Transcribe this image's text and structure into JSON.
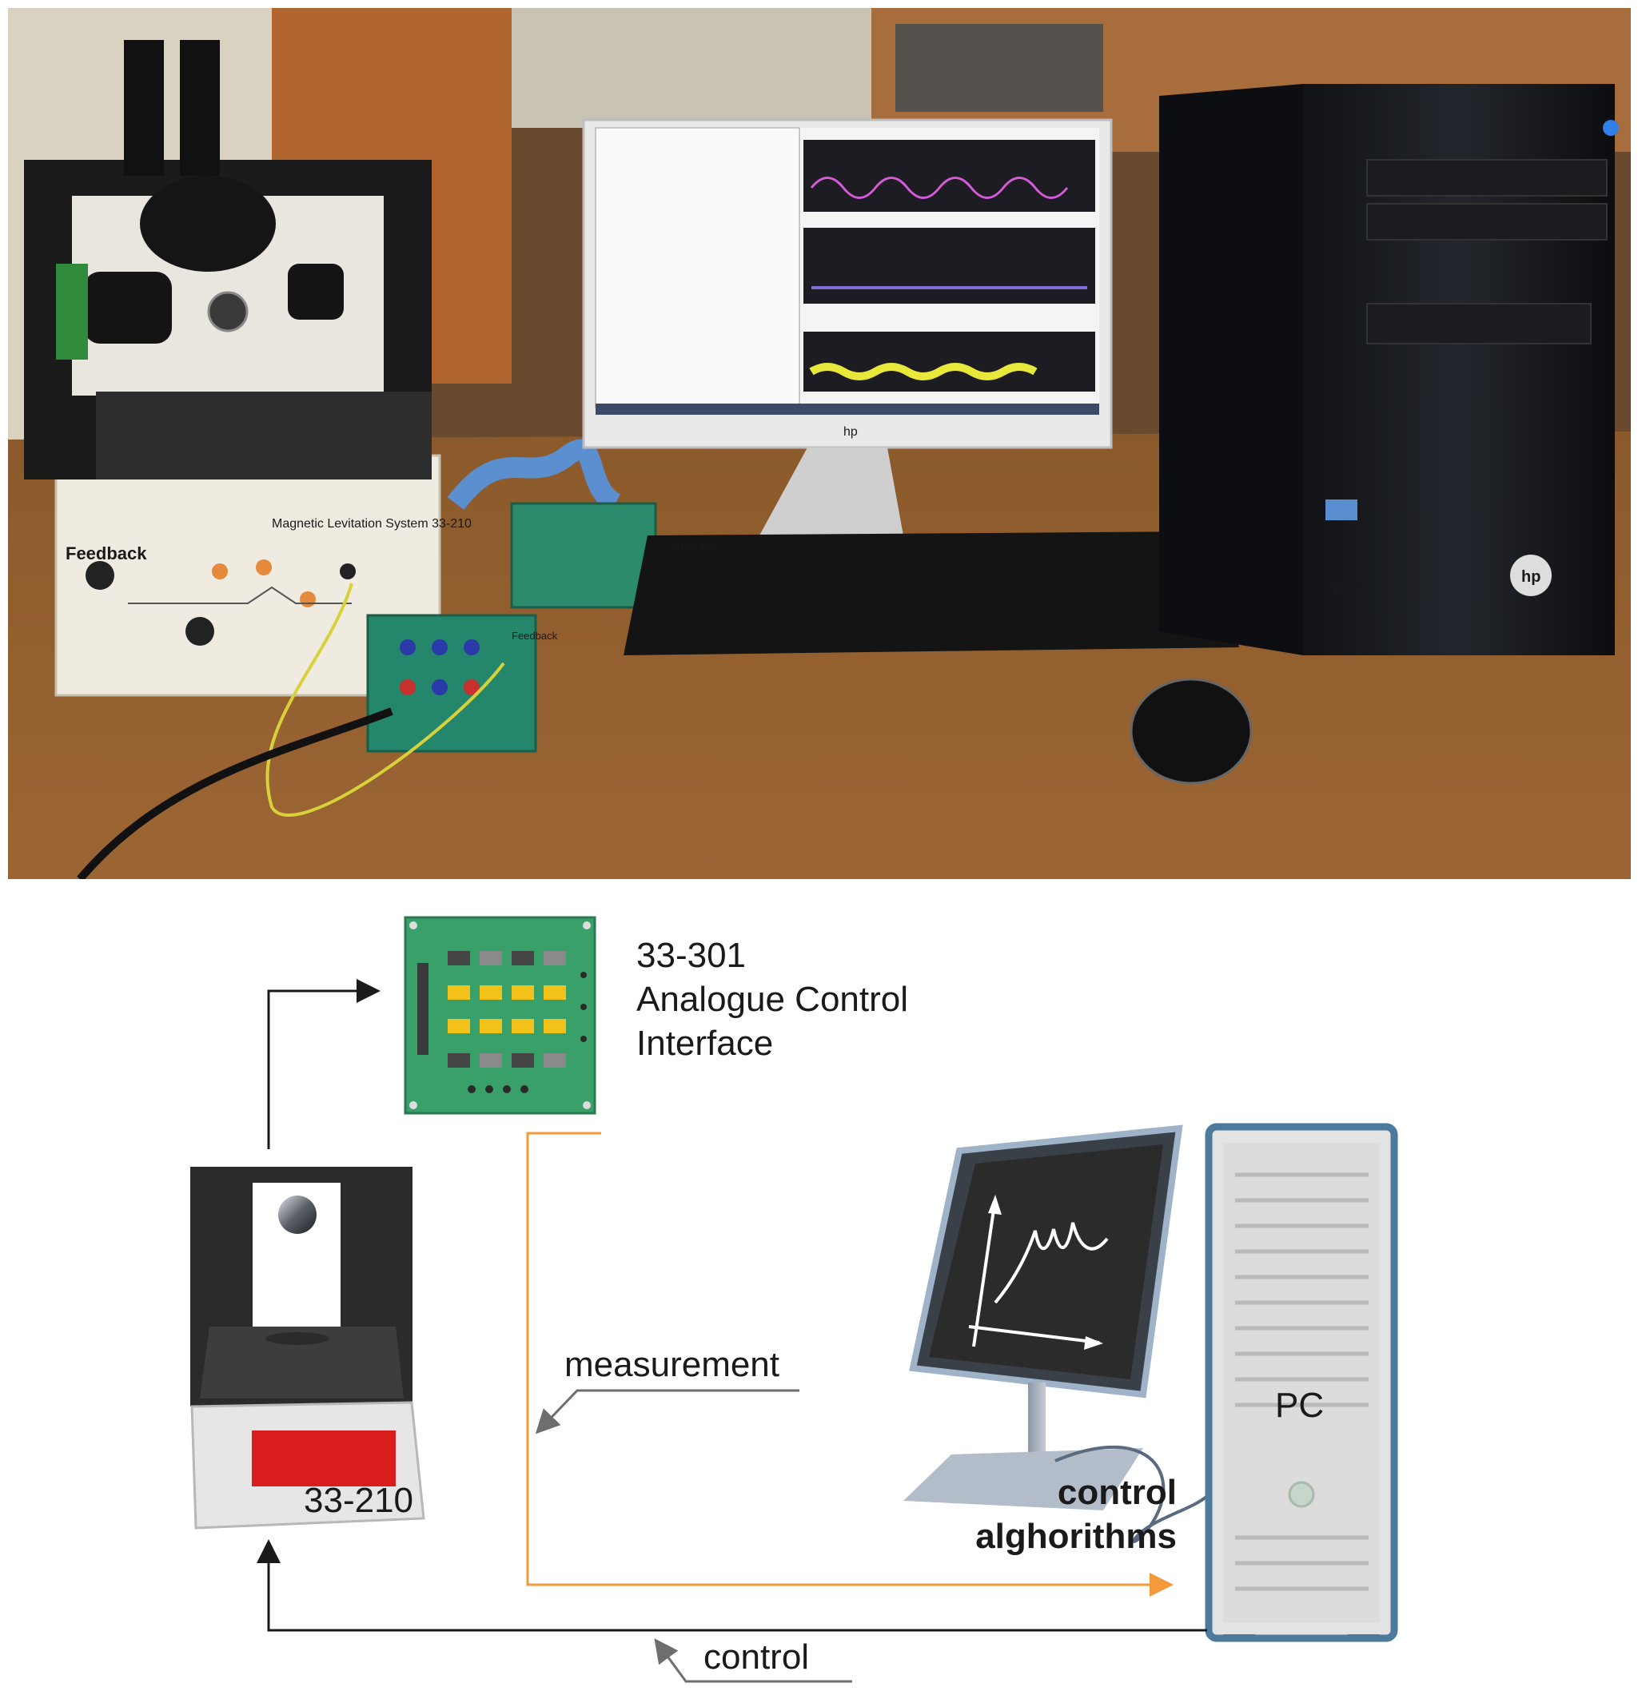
{
  "photo": {
    "lev_panel_brand": "Feedback",
    "lev_panel_title": "Magnetic Levitation System 33-210",
    "interface_brand": "Feedback",
    "keyboard_brand": "SAMSUNG",
    "monitor_brand": "hp",
    "tower_badge": "hp pro",
    "tower_logo": "hp"
  },
  "diagram": {
    "interface_label_line1": "33-301",
    "interface_label_line2": "Analogue Control",
    "interface_label_line3": "Interface",
    "levitation_label": "33-210",
    "pc_label": "PC",
    "algorithms_label_line1": "control",
    "algorithms_label_line2": "alghorithms",
    "measurement_label": "measurement",
    "control_label": "control"
  },
  "colors": {
    "measurement_line": "#f39a3c",
    "arrows": "#1a1a1a",
    "callout": "#6e6e6e",
    "board": "#3aa06a",
    "display": "#d91c1c"
  }
}
